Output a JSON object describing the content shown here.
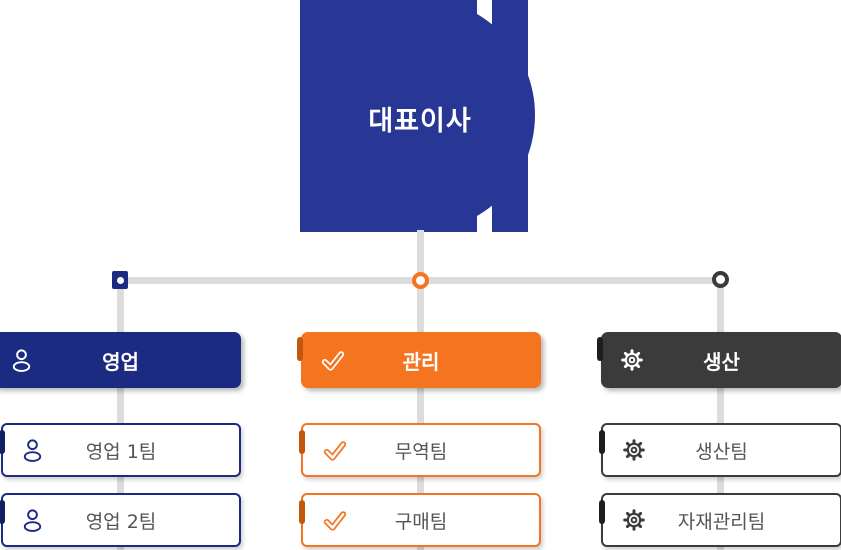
{
  "root": {
    "label": "대표이사"
  },
  "columns": [
    {
      "label": "영업",
      "icon": "person-icon",
      "accent_color": "#1c2b82",
      "marker": "square",
      "children": [
        "영업 1팀",
        "영업 2팀"
      ]
    },
    {
      "label": "관리",
      "icon": "check-icon",
      "accent_color": "#f5741f",
      "marker": "ring",
      "children": [
        "무역팀",
        "구매팀"
      ]
    },
    {
      "label": "생산",
      "icon": "gear-icon",
      "accent_color": "#3b3b3b",
      "marker": "ring",
      "children": [
        "생산팀",
        "자재관리팀"
      ]
    }
  ],
  "colors": {
    "ceo_shape": "#283795",
    "connector": "#dcdcdc",
    "sub_text": "#555555",
    "header_text": "#ffffff"
  }
}
